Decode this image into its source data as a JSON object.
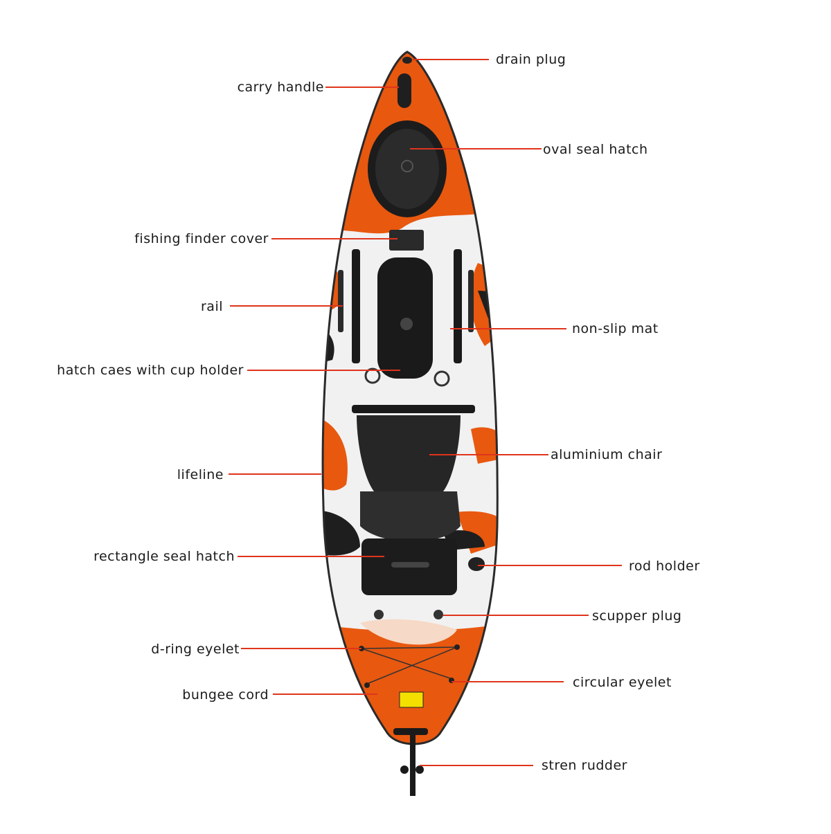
{
  "labels": {
    "drain_plug": "drain plug",
    "carry_handle": "carry handle",
    "oval_seal_hatch": "oval seal hatch",
    "fishing_finder_cover": "fishing finder cover",
    "rail": "rail",
    "non_slip_mat": "non-slip mat",
    "hatch_case_cup_holder": "hatch caes with cup holder",
    "aluminium_chair": "aluminium chair",
    "lifeline": "lifeline",
    "rectangle_seal_hatch": "rectangle seal hatch",
    "rod_holder": "rod holder",
    "scupper_plug": "scupper plug",
    "d_ring_eyelet": "d-ring eyelet",
    "circular_eyelet": "circular eyelet",
    "bungee_cord": "bungee cord",
    "stern_rudder": "stren rudder"
  },
  "colors": {
    "leader_line": "#e0341c",
    "hull_orange": "#e8580f",
    "hull_white": "#f1f1f1",
    "hull_black": "#1e1e1e"
  }
}
